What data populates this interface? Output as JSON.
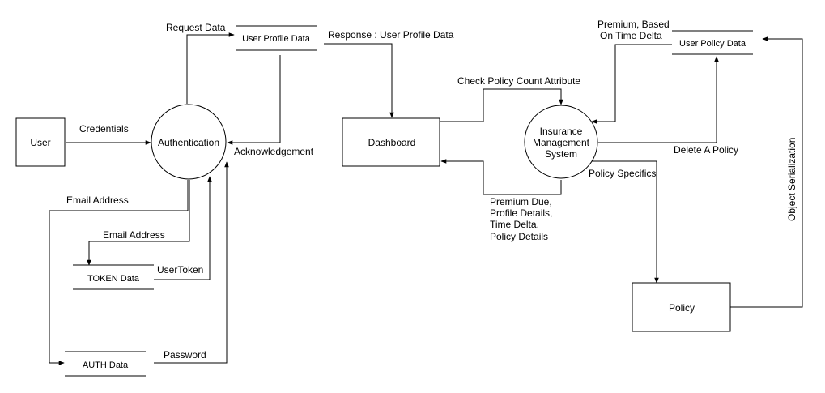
{
  "entities": {
    "user": "User",
    "dashboard": "Dashboard",
    "policy": "Policy"
  },
  "processes": {
    "authentication": "Authentication",
    "ims": [
      "Insurance",
      "Management",
      "System"
    ]
  },
  "stores": {
    "user_profile": "User Profile Data",
    "user_policy": "User Policy Data",
    "token": "TOKEN Data",
    "auth": "AUTH Data"
  },
  "flows": {
    "request_data": "Request Data",
    "response": "Response : User Profile Data",
    "credentials": "Credentials",
    "acknowledgement": "Acknowledgement",
    "email_address_1": "Email Address",
    "email_address_2": "Email Address",
    "user_token": "UserToken",
    "password": "Password",
    "check_policy": "Check Policy Count Attribute",
    "premium_based": [
      "Premium, Based",
      "On Time Delta"
    ],
    "delete_policy": "Delete A Policy",
    "policy_specifics": "Policy Specifics",
    "premium_due": [
      "Premium Due,",
      "Profile Details,",
      "Time Delta,",
      "Policy Details"
    ],
    "object_serialization": "Object Serialization"
  },
  "colors": {
    "stroke": "#000000",
    "background": "#ffffff"
  }
}
